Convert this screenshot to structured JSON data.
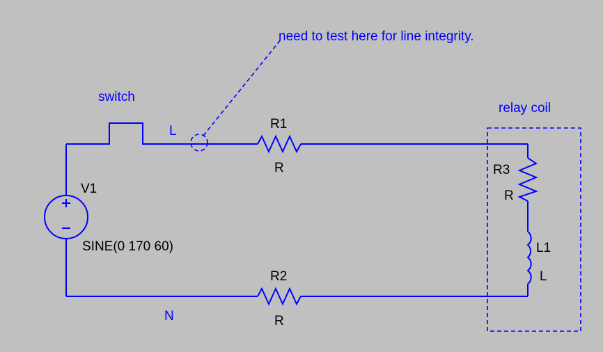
{
  "annotation": {
    "text": "need to test here for line integrity."
  },
  "labels": {
    "switch": "switch",
    "line": "L",
    "neutral": "N",
    "relay_coil": "relay coil"
  },
  "components": {
    "v1": {
      "name": "V1",
      "value": "SINE(0 170 60)"
    },
    "r1": {
      "name": "R1",
      "value": "R"
    },
    "r2": {
      "name": "R2",
      "value": "R"
    },
    "r3": {
      "name": "R3",
      "value": "R"
    },
    "l1": {
      "name": "L1",
      "value": "L"
    }
  },
  "colors": {
    "background": "#c0c0c0",
    "wire": "#0000ff",
    "component_label": "#000000"
  }
}
